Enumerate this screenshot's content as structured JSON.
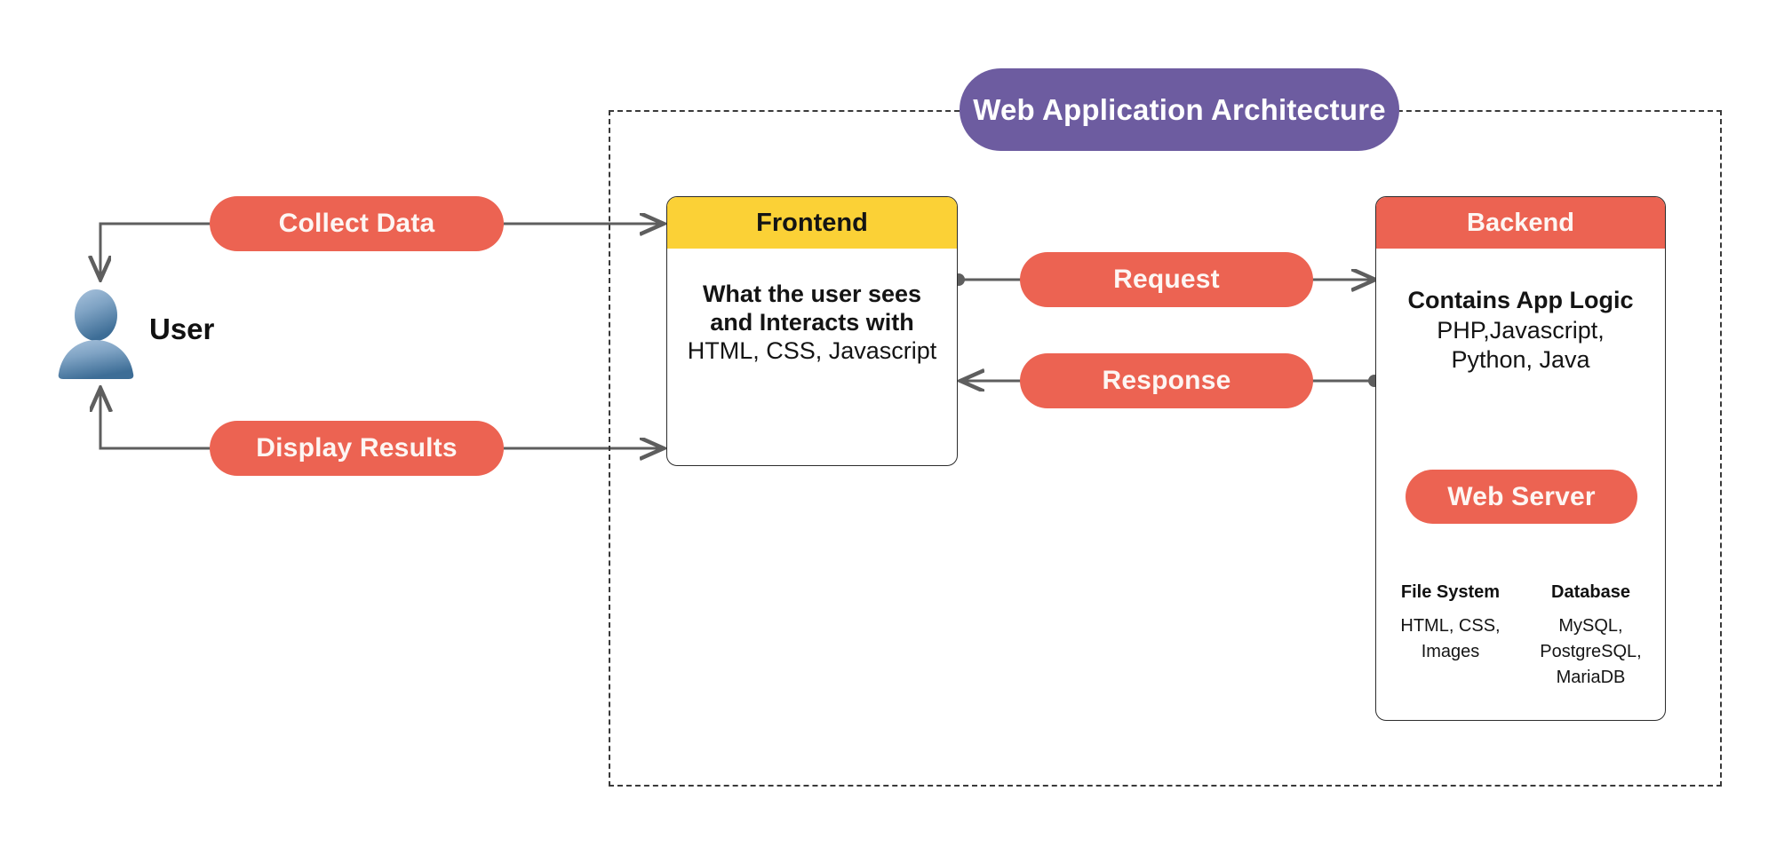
{
  "diagram": {
    "title": "Web Application Architecture",
    "user": {
      "label": "User",
      "avatar_icon": "user-avatar-icon"
    },
    "left_flow": {
      "collect": "Collect Data",
      "display": "Display Results"
    },
    "frontend": {
      "header": "Frontend",
      "body_bold": "What the user sees and Interacts with",
      "body_regular": "HTML, CSS, Javascript"
    },
    "messages": {
      "request": "Request",
      "response": "Response"
    },
    "backend": {
      "header": "Backend",
      "body_bold": "Contains App Logic",
      "body_regular_line1": "PHP,Javascript,",
      "body_regular_line2": "Python, Java",
      "web_server": "Web Server",
      "columns": [
        {
          "title": "File System",
          "items_line1": "HTML, CSS,",
          "items_line2": "Images",
          "items_line3": ""
        },
        {
          "title": "Database",
          "items_line1": "MySQL,",
          "items_line2": "PostgreSQL,",
          "items_line3": "MariaDB"
        }
      ]
    },
    "colors": {
      "coral": "#ec6352",
      "yellow": "#fbd136",
      "purple": "#6d5ca0",
      "wire": "#5e5e5e",
      "border": "#2c2c2c",
      "dashed": "#3a3a3a"
    }
  }
}
